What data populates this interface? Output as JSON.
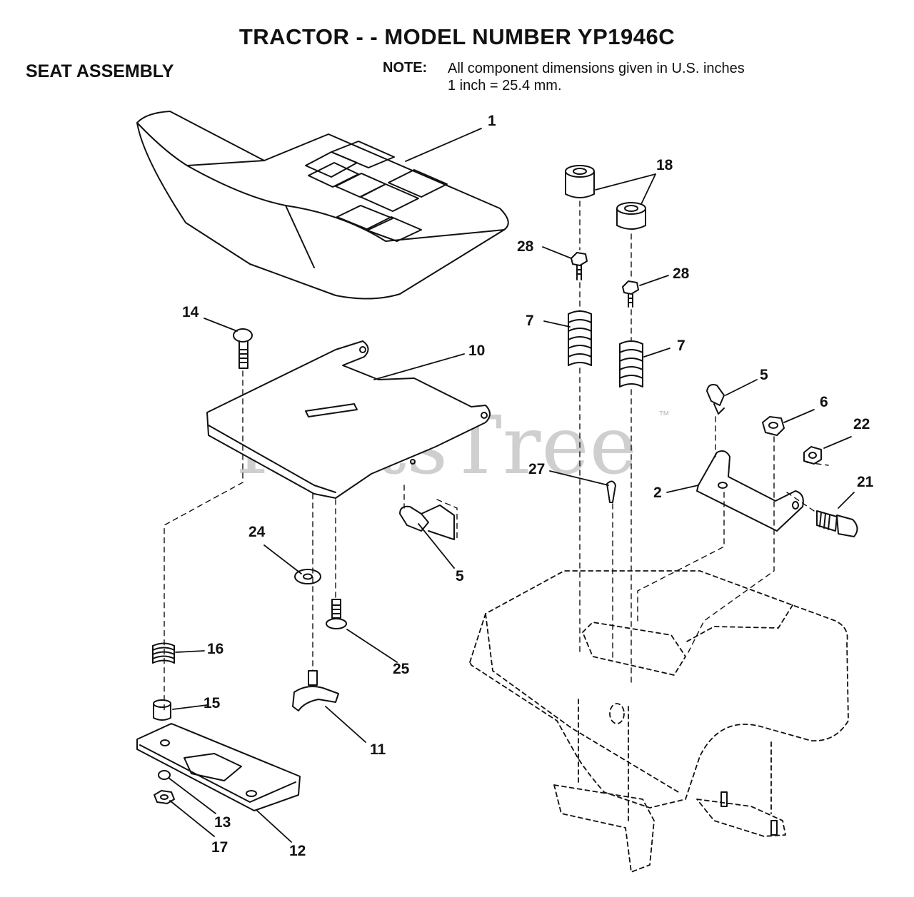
{
  "header": {
    "title": "TRACTOR - - MODEL NUMBER YP1946C",
    "section": "SEAT ASSEMBLY",
    "note_label": "NOTE:",
    "note_line1": "All component dimensions given in U.S. inches",
    "note_line2": "1 inch = 25.4 mm."
  },
  "watermark": {
    "text": "PartsTree",
    "mark": "™"
  },
  "callouts": {
    "c1": "1",
    "c18": "18",
    "c28a": "28",
    "c28b": "28",
    "c7a": "7",
    "c7b": "7",
    "c14": "14",
    "c10": "10",
    "c5a": "5",
    "c6": "6",
    "c22": "22",
    "c27": "27",
    "c2": "2",
    "c21": "21",
    "c24": "24",
    "c5b": "5",
    "c16": "16",
    "c25": "25",
    "c15": "15",
    "c11": "11",
    "c13": "13",
    "c17": "17",
    "c12": "12"
  }
}
